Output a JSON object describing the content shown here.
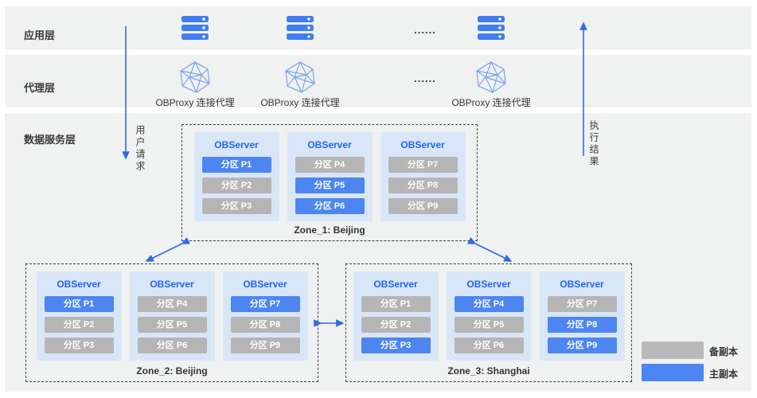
{
  "layers": {
    "app": {
      "label": "应用层",
      "dots": "......"
    },
    "proxy": {
      "label": "代理层",
      "dots": "......",
      "proxy_nodes": [
        "OBProxy 连接代理",
        "OBProxy 连接代理",
        "OBProxy 连接代理"
      ]
    },
    "data": {
      "label": "数据服务层"
    }
  },
  "flows": {
    "user_request": "用户请求",
    "execution_result": "执行结果"
  },
  "zones": [
    {
      "name": "Zone_1: Beijing",
      "servers": [
        {
          "title": "OBServer",
          "partitions": [
            {
              "label": "分区 P1",
              "role": "primary"
            },
            {
              "label": "分区 P2",
              "role": "backup"
            },
            {
              "label": "分区 P3",
              "role": "backup"
            }
          ]
        },
        {
          "title": "OBServer",
          "partitions": [
            {
              "label": "分区 P4",
              "role": "backup"
            },
            {
              "label": "分区 P5",
              "role": "primary"
            },
            {
              "label": "分区 P6",
              "role": "primary"
            }
          ]
        },
        {
          "title": "OBServer",
          "partitions": [
            {
              "label": "分区 P7",
              "role": "backup"
            },
            {
              "label": "分区 P8",
              "role": "backup"
            },
            {
              "label": "分区 P9",
              "role": "backup"
            }
          ]
        }
      ]
    },
    {
      "name": "Zone_2: Beijing",
      "servers": [
        {
          "title": "OBServer",
          "partitions": [
            {
              "label": "分区 P1",
              "role": "primary"
            },
            {
              "label": "分区 P2",
              "role": "backup"
            },
            {
              "label": "分区 P3",
              "role": "backup"
            }
          ]
        },
        {
          "title": "OBServer",
          "partitions": [
            {
              "label": "分区 P4",
              "role": "backup"
            },
            {
              "label": "分区 P5",
              "role": "backup"
            },
            {
              "label": "分区 P6",
              "role": "backup"
            }
          ]
        },
        {
          "title": "OBServer",
          "partitions": [
            {
              "label": "分区 P7",
              "role": "primary"
            },
            {
              "label": "分区 P8",
              "role": "backup"
            },
            {
              "label": "分区 P9",
              "role": "backup"
            }
          ]
        }
      ]
    },
    {
      "name": "Zone_3: Shanghai",
      "servers": [
        {
          "title": "OBServer",
          "partitions": [
            {
              "label": "分区 P1",
              "role": "backup"
            },
            {
              "label": "分区 P2",
              "role": "backup"
            },
            {
              "label": "分区 P3",
              "role": "primary"
            }
          ]
        },
        {
          "title": "OBServer",
          "partitions": [
            {
              "label": "分区 P4",
              "role": "primary"
            },
            {
              "label": "分区 P5",
              "role": "backup"
            },
            {
              "label": "分区 P6",
              "role": "backup"
            }
          ]
        },
        {
          "title": "OBServer",
          "partitions": [
            {
              "label": "分区 P7",
              "role": "backup"
            },
            {
              "label": "分区 P8",
              "role": "primary"
            },
            {
              "label": "分区 P9",
              "role": "primary"
            }
          ]
        }
      ]
    }
  ],
  "legend": [
    {
      "label": "备副本",
      "role": "backup"
    },
    {
      "label": "主副本",
      "role": "primary"
    }
  ],
  "colors": {
    "primary_replica": "#4d86f0",
    "backup_replica": "#b5b5b5",
    "server_card_bg": "#d9e6f8",
    "observer_title": "#2065f0",
    "layer_band_bg": "#f0f1f1",
    "arrow_blue": "#2b6ce2",
    "server_icon_blue": "#3f7df0",
    "hexagon_stroke": "#7aa3ea"
  }
}
